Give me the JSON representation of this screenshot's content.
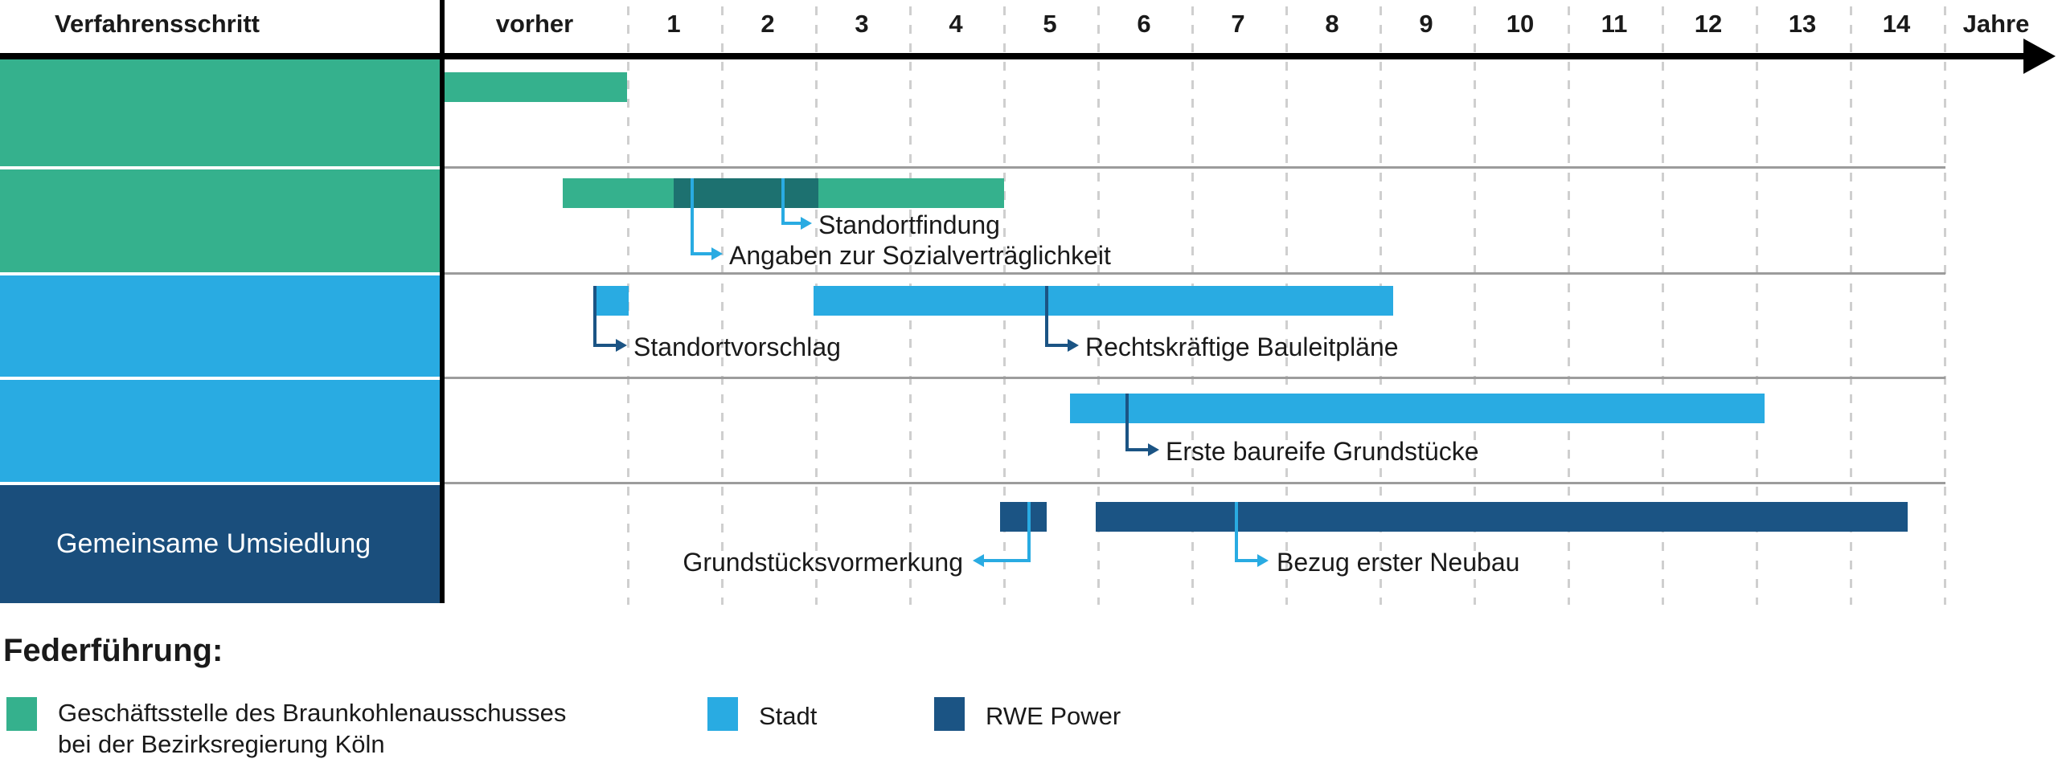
{
  "header": {
    "step_col": "Verfahrensschritt",
    "before": "vorher",
    "years": [
      "1",
      "2",
      "3",
      "4",
      "5",
      "6",
      "7",
      "8",
      "9",
      "10",
      "11",
      "12",
      "13",
      "14"
    ],
    "unit": "Jahre"
  },
  "rows": [
    {
      "label": ""
    },
    {
      "label": ""
    },
    {
      "label": ""
    },
    {
      "label": ""
    },
    {
      "label": "Gemeinsame Umsiedlung"
    }
  ],
  "annotations": {
    "standortfindung": "Standortfindung",
    "angaben": "Angaben zur Sozialverträglichkeit",
    "standortvorschlag": "Standortvorschlag",
    "bauleitplaene": "Rechtskräftige Bauleitpläne",
    "grundstuecke": "Erste baureife Grundstücke",
    "vormerkung": "Grundstücksvormerkung",
    "neubau": "Bezug erster Neubau"
  },
  "legend": {
    "heading": "Federführung:",
    "items": [
      {
        "label_line1": "Geschäftsstelle des Braunkohlenausschusses",
        "label_line2": "bei der Bezirksregierung Köln",
        "color": "#35b18d"
      },
      {
        "label_line1": "Stadt",
        "label_line2": "",
        "color": "#29abe2"
      },
      {
        "label_line1": "RWE Power",
        "label_line2": "",
        "color": "#1b5484"
      }
    ]
  },
  "colors": {
    "green": "#35b18d",
    "petrol_highlight": "#1d7170",
    "light_blue": "#29abe2",
    "dark_blue": "#1b5484",
    "dark_blue_box": "#1a4e7c",
    "separator_gray": "#9c9c9c",
    "grid_gray": "#cfcfcf"
  },
  "chart_data": {
    "type": "bar",
    "subtype": "gantt-timeline",
    "title": "",
    "xlabel": "Jahre",
    "x_axis": {
      "pre_period_label": "vorher",
      "year_ticks": [
        1,
        2,
        3,
        4,
        5,
        6,
        7,
        8,
        9,
        10,
        11,
        12,
        13,
        14
      ]
    },
    "row_header": "Verfahrensschritt",
    "rows": [
      {
        "row": 1,
        "owner": "Geschäftsstelle des Braunkohlenausschusses bei der Bezirksregierung Köln",
        "bars": [
          {
            "start_year": -2.0,
            "end_year": 0.0,
            "note": "vorher"
          }
        ]
      },
      {
        "row": 2,
        "owner": "Geschäftsstelle des Braunkohlenausschusses bei der Bezirksregierung Köln",
        "bars": [
          {
            "start_year": -0.7,
            "end_year": 4.0,
            "highlight": {
              "start_year": 0.5,
              "end_year": 2.0
            }
          }
        ]
      },
      {
        "row": 3,
        "owner": "Stadt",
        "bars": [
          {
            "start_year": -0.35,
            "end_year": 0.0
          },
          {
            "start_year": 2.0,
            "end_year": 8.15
          }
        ]
      },
      {
        "row": 4,
        "owner": "Stadt",
        "bars": [
          {
            "start_year": 4.7,
            "end_year": 12.1
          }
        ]
      },
      {
        "row": 5,
        "owner": "RWE Power",
        "label": "Gemeinsame Umsiedlung",
        "bars": [
          {
            "start_year": 3.95,
            "end_year": 4.45
          },
          {
            "start_year": 5.0,
            "end_year": 13.6
          }
        ]
      }
    ],
    "milestones": [
      {
        "label": "Angaben zur Sozialverträglichkeit",
        "row": 2,
        "year": 0.7
      },
      {
        "label": "Standortfindung",
        "row": 2,
        "year": 1.65
      },
      {
        "label": "Standortvorschlag",
        "row": 3,
        "year": -0.35
      },
      {
        "label": "Rechtskräftige Bauleitpläne",
        "row": 3,
        "year": 4.45
      },
      {
        "label": "Erste baureife Grundstücke",
        "row": 4,
        "year": 5.3
      },
      {
        "label": "Grundstücksvormerkung",
        "row": 5,
        "year": 4.0
      },
      {
        "label": "Bezug erster Neubau",
        "row": 5,
        "year": 6.5
      }
    ],
    "legend": [
      {
        "label": "Geschäftsstelle des Braunkohlenausschusses bei der Bezirksregierung Köln",
        "color": "#35b18d"
      },
      {
        "label": "Stadt",
        "color": "#29abe2"
      },
      {
        "label": "RWE Power",
        "color": "#1b5484"
      }
    ],
    "grid": true,
    "legend_position": "bottom"
  }
}
